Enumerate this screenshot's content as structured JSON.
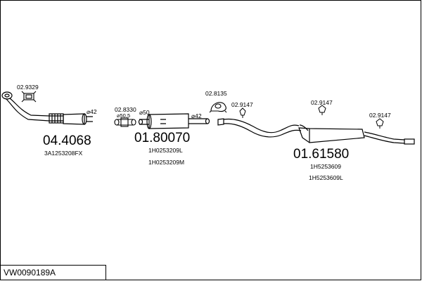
{
  "diagram_code": "VW0090189A",
  "parts": {
    "front_pipe": {
      "number": "04.4068",
      "refs": [
        "3A1253208FX"
      ]
    },
    "middle_silencer": {
      "number": "01.80070",
      "refs": [
        "1H0253209L",
        "1H0253209M"
      ]
    },
    "rear_silencer": {
      "number": "01.61580",
      "refs": [
        "1H5253609",
        "1H5253609L"
      ]
    }
  },
  "accessories": {
    "gasket_front": "02.9329",
    "clamp": "02.8330",
    "ring_mount": "02.8135",
    "hanger_1": "02.9147",
    "hanger_2": "02.9147",
    "hanger_3": "02.9147"
  },
  "diameters": {
    "d42_front": "⌀42",
    "d50_5": "⌀50,5",
    "d50": "⌀50",
    "d42_middle": "⌀42"
  }
}
